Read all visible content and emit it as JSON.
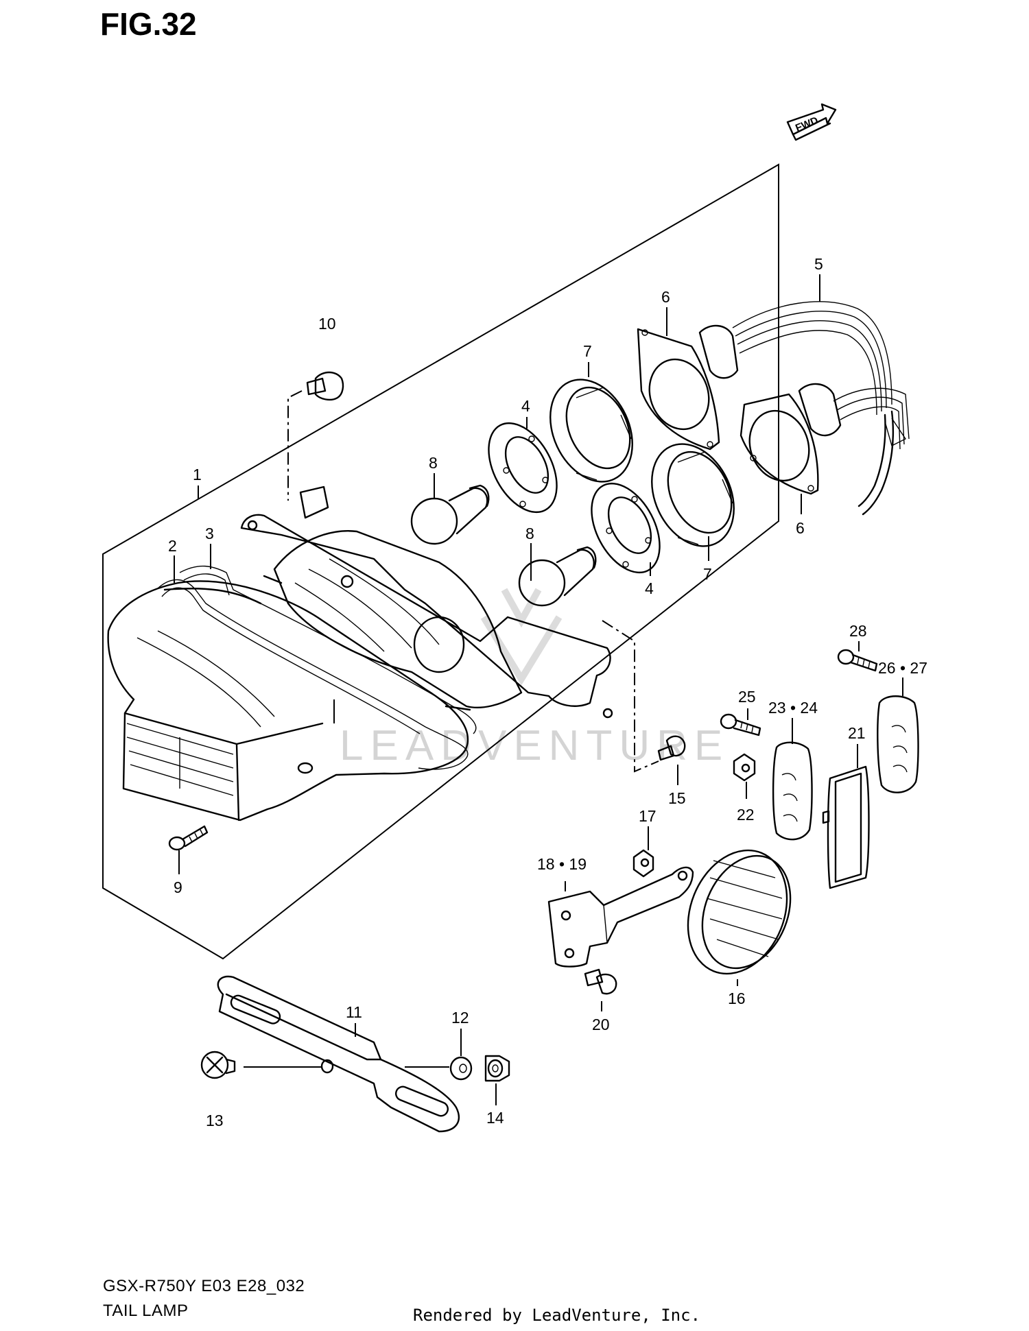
{
  "figure": {
    "title": "FIG.32",
    "model_code": "GSX-R750Y E03 E28_032",
    "name": "TAIL LAMP",
    "credit": "Rendered by LeadVenture, Inc.",
    "watermark": "LEADVENTURE",
    "fwd_label": "FWD"
  },
  "callouts": [
    {
      "id": "c1",
      "text": "1"
    },
    {
      "id": "c2",
      "text": "2"
    },
    {
      "id": "c3",
      "text": "3"
    },
    {
      "id": "c4a",
      "text": "4"
    },
    {
      "id": "c4b",
      "text": "4"
    },
    {
      "id": "c5",
      "text": "5"
    },
    {
      "id": "c6a",
      "text": "6"
    },
    {
      "id": "c6b",
      "text": "6"
    },
    {
      "id": "c7a",
      "text": "7"
    },
    {
      "id": "c7b",
      "text": "7"
    },
    {
      "id": "c8a",
      "text": "8"
    },
    {
      "id": "c8b",
      "text": "8"
    },
    {
      "id": "c9",
      "text": "9"
    },
    {
      "id": "c10",
      "text": "10"
    },
    {
      "id": "c11",
      "text": "11"
    },
    {
      "id": "c12",
      "text": "12"
    },
    {
      "id": "c13",
      "text": "13"
    },
    {
      "id": "c14",
      "text": "14"
    },
    {
      "id": "c15",
      "text": "15"
    },
    {
      "id": "c16",
      "text": "16"
    },
    {
      "id": "c17",
      "text": "17"
    },
    {
      "id": "c18_19",
      "text": "18 • 19"
    },
    {
      "id": "c20",
      "text": "20"
    },
    {
      "id": "c21",
      "text": "21"
    },
    {
      "id": "c22",
      "text": "22"
    },
    {
      "id": "c23_24",
      "text": "23 • 24"
    },
    {
      "id": "c25",
      "text": "25"
    },
    {
      "id": "c26_27",
      "text": "26 • 27"
    },
    {
      "id": "c28",
      "text": "28"
    }
  ]
}
